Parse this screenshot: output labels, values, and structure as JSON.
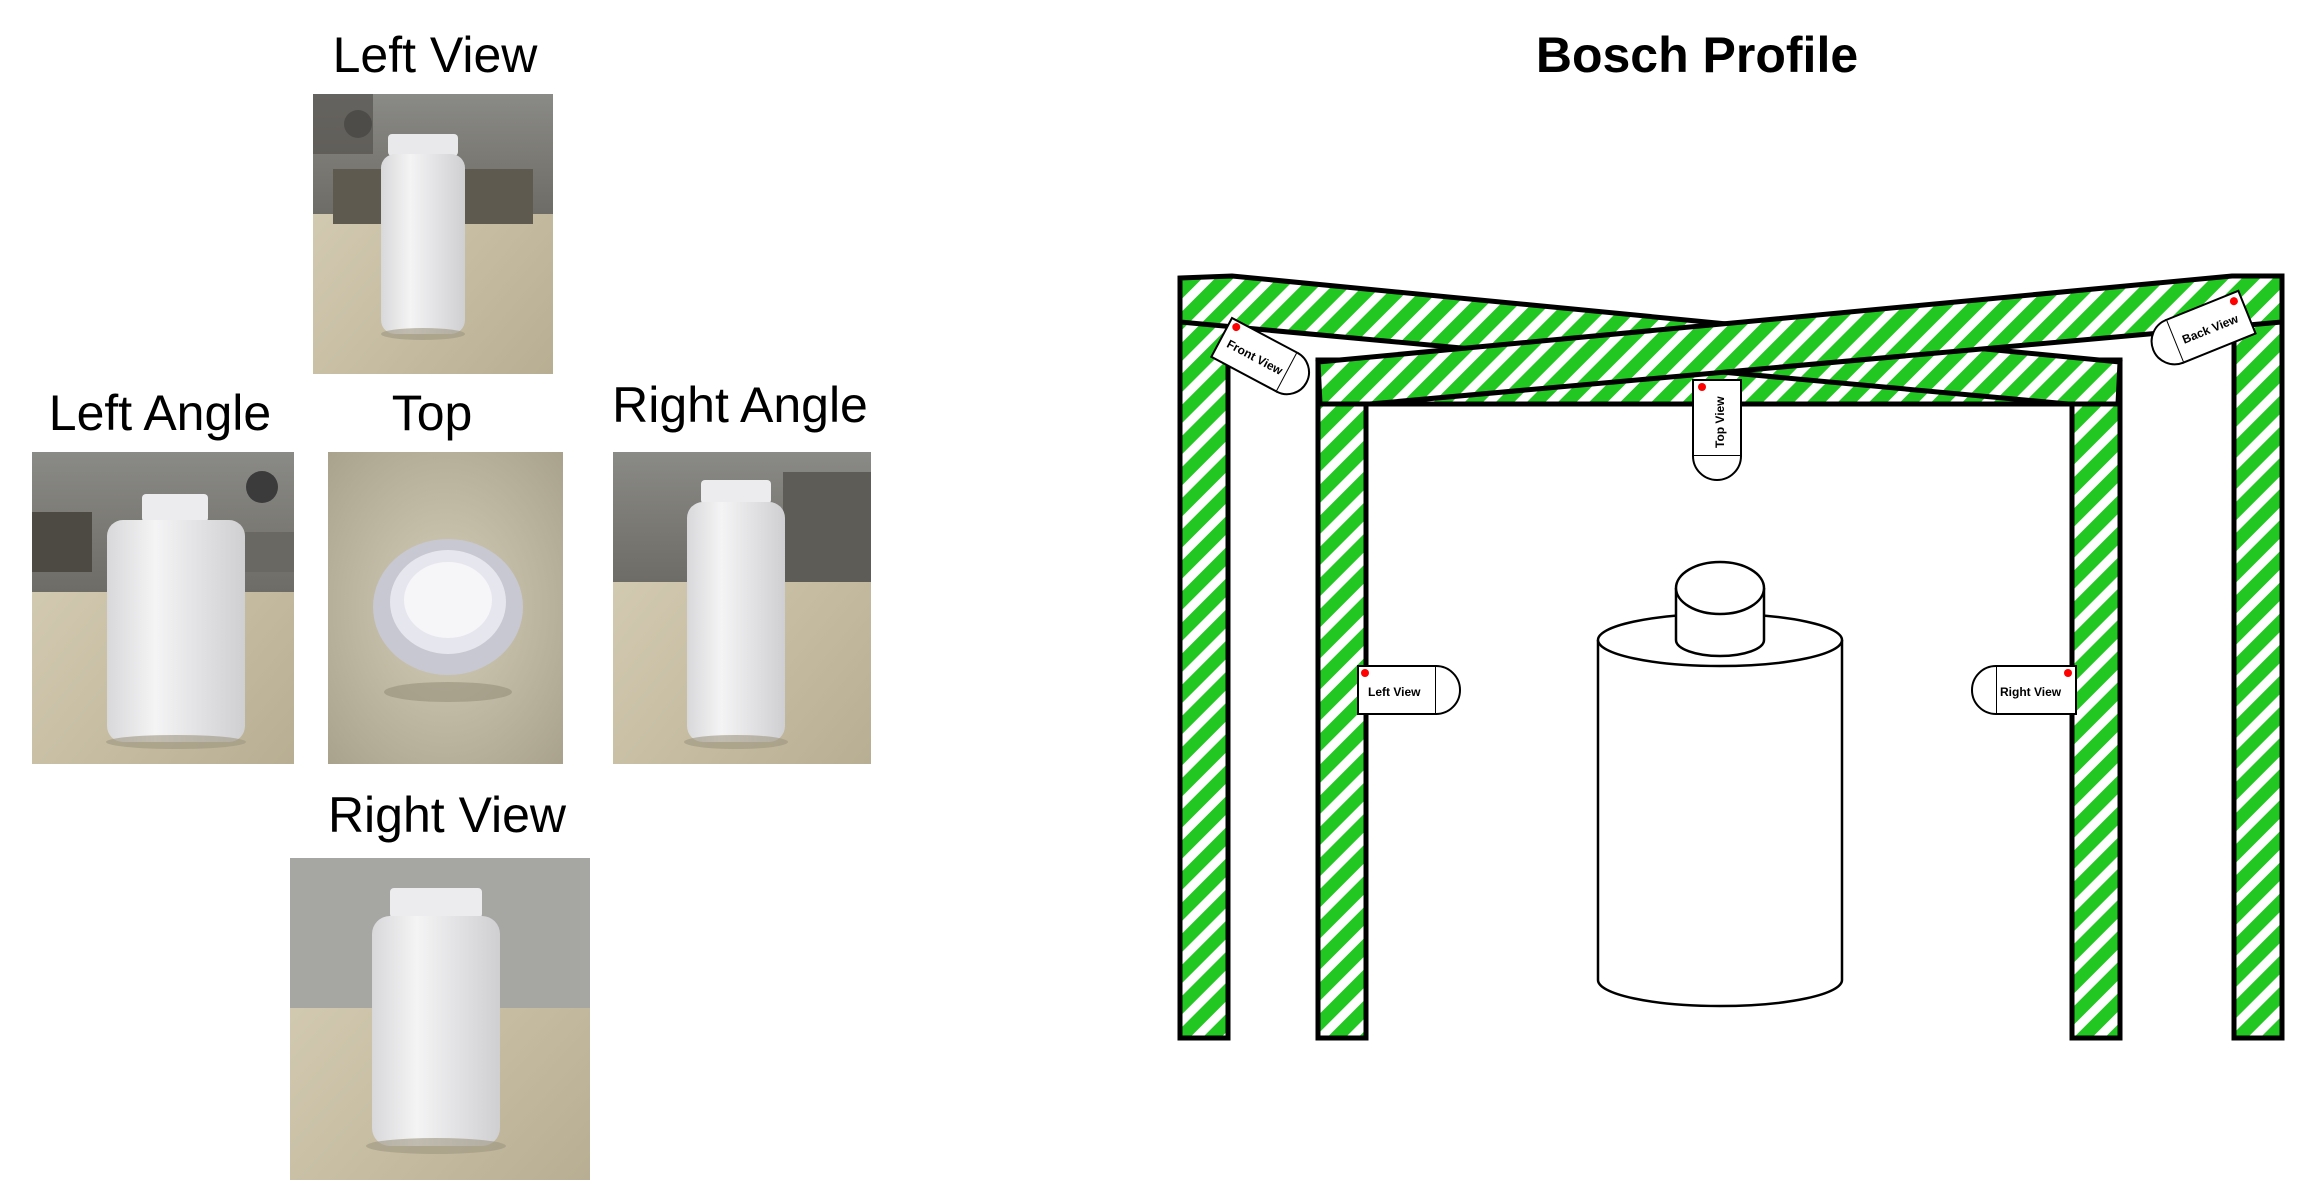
{
  "photos": {
    "left_view": {
      "label": "Left View"
    },
    "left_angle": {
      "label": "Left Angle"
    },
    "top": {
      "label": "Top"
    },
    "right_angle": {
      "label": "Right Angle"
    },
    "right_view": {
      "label": "Right View"
    }
  },
  "diagram": {
    "title": "Bosch Profile",
    "cameras": {
      "front": "Front View",
      "back": "Back View",
      "top": "Top View",
      "left": "Left View",
      "right": "Right View"
    }
  },
  "colors": {
    "frame_hatch": "#2ecc2e",
    "camera_marker": "#ff0000",
    "outline": "#000000"
  }
}
